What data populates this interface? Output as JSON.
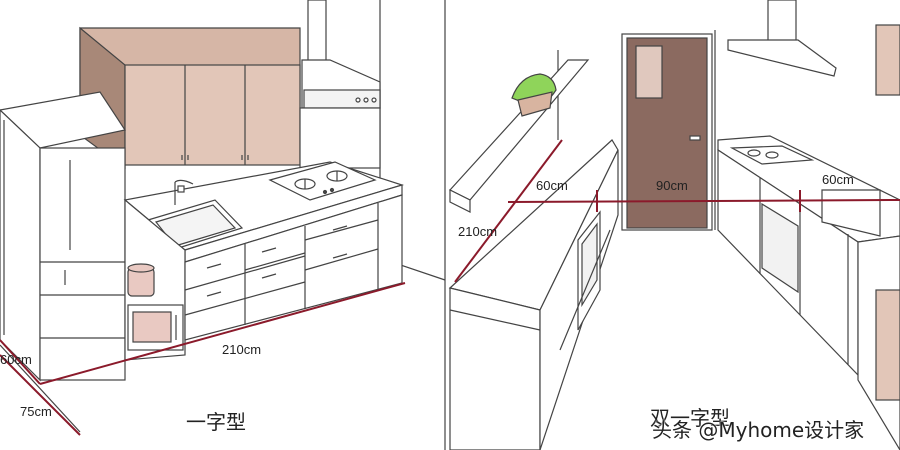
{
  "left_panel": {
    "caption": "一字型",
    "dim_length": "210cm",
    "dim_depth_60": "60cm",
    "dim_depth_75": "75cm"
  },
  "right_panel": {
    "caption": "双一字型",
    "dim_left_depth": "60cm",
    "dim_aisle": "90cm",
    "dim_right_depth": "60cm",
    "dim_length": "210cm"
  },
  "watermark": "头条 @Myhome设计家",
  "colors": {
    "line": "#444444",
    "dimension": "#8b1a2b",
    "cabinet_upper": "#d8b8a8",
    "door": "#8b6a60",
    "plant": "#8fd45a"
  }
}
